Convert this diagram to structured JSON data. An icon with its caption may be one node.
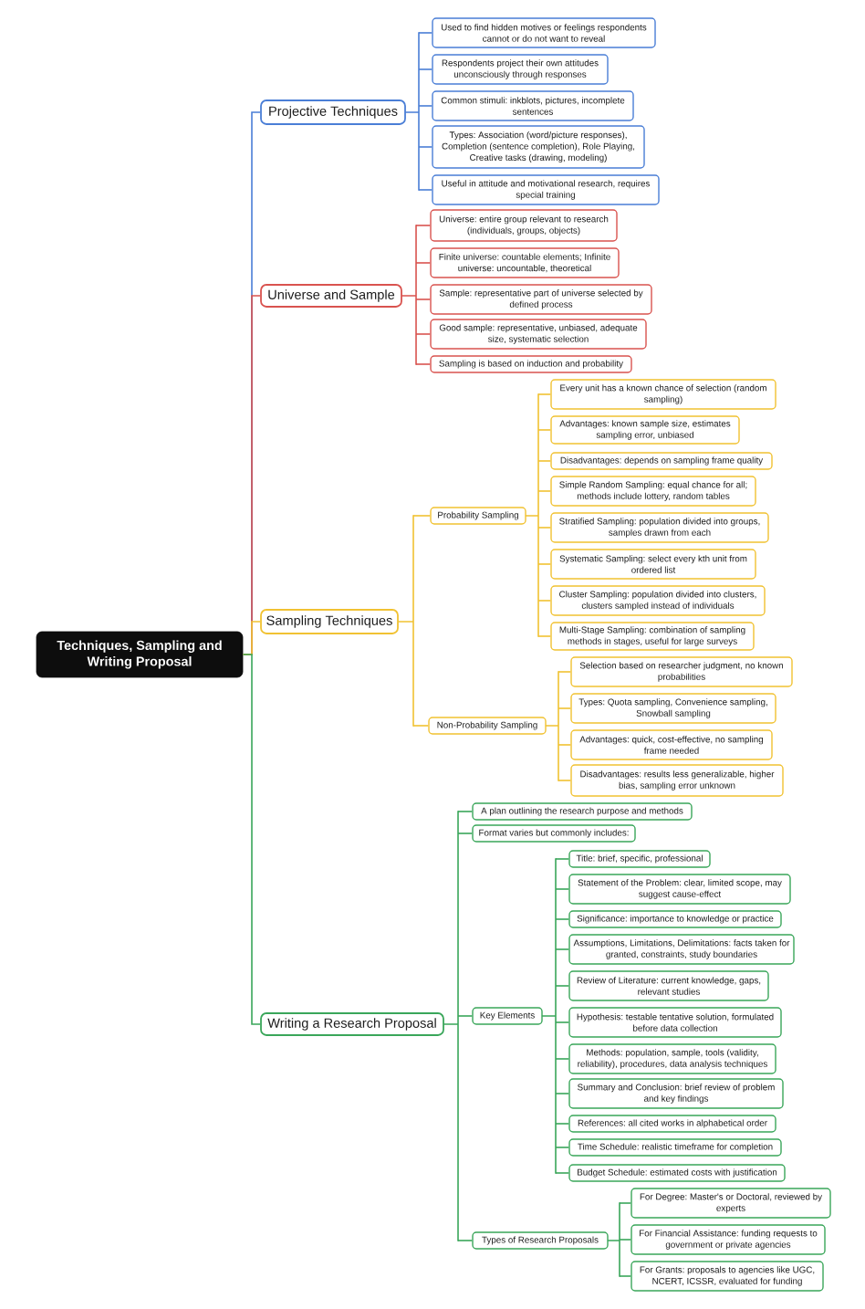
{
  "diagram": {
    "nodes": [
      {
        "text": [
          "Techniques, Sampling and Writing Proposal"
        ]
      },
      {
        "text": [
          "Projective Techniques"
        ]
      },
      {
        "text": [
          "Used to find hidden motives or feelings respondents cannot or do not want to reveal"
        ]
      },
      {
        "text": [
          "Respondents project their own attitudes unconsciously through responses"
        ]
      },
      {
        "text": [
          "Common stimuli: inkblots, pictures, incomplete sentences"
        ]
      },
      {
        "text": [
          "Types: Association (word/picture responses), Completion (sentence completion), Role Playing, Creative tasks (drawing, modeling)"
        ]
      },
      {
        "text": [
          "Useful in attitude and motivational research, requires special training"
        ]
      },
      {
        "text": [
          "Universe and Sample"
        ]
      },
      {
        "text": [
          "Universe: entire group relevant to research (individuals, groups, objects)"
        ]
      },
      {
        "text": [
          "Finite universe: countable elements; Infinite universe: uncountable, theoretical"
        ]
      },
      {
        "text": [
          "Sample: representative part of universe selected by defined process"
        ]
      },
      {
        "text": [
          "Good sample: representative, unbiased, adequate size, systematic selection"
        ]
      },
      {
        "text": [
          "Sampling is based on induction and probability"
        ]
      },
      {
        "text": [
          "Sampling Techniques"
        ]
      },
      {
        "text": [
          "Probability Sampling"
        ]
      },
      {
        "text": [
          "Every unit has a known chance of selection (random sampling)"
        ]
      },
      {
        "text": [
          "Advantages: known sample size, estimates sampling error, unbiased"
        ]
      },
      {
        "text": [
          "Disadvantages: depends on sampling frame quality"
        ]
      },
      {
        "text": [
          "Simple Random Sampling: equal chance for all; methods include lottery, random tables"
        ]
      },
      {
        "text": [
          "Stratified Sampling: population divided into groups, samples drawn from each"
        ]
      },
      {
        "text": [
          "Systematic Sampling: select every kth unit from ordered list"
        ]
      },
      {
        "text": [
          "Cluster Sampling: population divided into clusters, clusters sampled instead of individuals"
        ]
      },
      {
        "text": [
          "Multi-Stage Sampling: combination of sampling methods in stages, useful for large surveys"
        ]
      },
      {
        "text": [
          "Non-Probability Sampling"
        ]
      },
      {
        "text": [
          "Selection based on researcher judgment, no known probabilities"
        ]
      },
      {
        "text": [
          "Types: Quota sampling, Convenience sampling, Snowball sampling"
        ]
      },
      {
        "text": [
          "Advantages: quick, cost-effective, no sampling frame needed"
        ]
      },
      {
        "text": [
          "Disadvantages: results less generalizable, higher bias, sampling error unknown"
        ]
      },
      {
        "text": [
          "Writing a Research Proposal"
        ]
      },
      {
        "text": [
          "A plan outlining the research purpose and methods"
        ]
      },
      {
        "text": [
          "Format varies but commonly includes:"
        ]
      },
      {
        "text": [
          "Key Elements"
        ]
      },
      {
        "text": [
          "Title: brief, specific, professional"
        ]
      },
      {
        "text": [
          "Statement of the Problem: clear, limited scope, may suggest cause-effect"
        ]
      },
      {
        "text": [
          "Significance: importance to knowledge or practice"
        ]
      },
      {
        "text": [
          "Assumptions, Limitations, Delimitations: facts taken for granted, constraints, study boundaries"
        ]
      },
      {
        "text": [
          "Review of Literature: current knowledge, gaps, relevant studies"
        ]
      },
      {
        "text": [
          "Hypothesis: testable tentative solution, formulated before data collection"
        ]
      },
      {
        "text": [
          "Methods: population, sample, tools (validity, reliability), procedures, data analysis techniques"
        ]
      },
      {
        "text": [
          "Summary and Conclusion: brief review of problem and key findings"
        ]
      },
      {
        "text": [
          "References: all cited works in alphabetical order"
        ]
      },
      {
        "text": [
          "Time Schedule: realistic timeframe for completion"
        ]
      },
      {
        "text": [
          "Budget Schedule: estimated costs with justification"
        ]
      },
      {
        "text": [
          "Types of Research Proposals"
        ]
      },
      {
        "text": [
          "For Degree: Master's or Doctoral, reviewed by experts"
        ]
      },
      {
        "text": [
          "For Financial Assistance: funding requests to government or private agencies"
        ]
      },
      {
        "text": [
          "For Grants: proposals to agencies like UGC, NCERT, ICSSR, evaluated for funding"
        ]
      }
    ],
    "edges": [
      {
        "from": 0,
        "to": 1,
        "arrow": "none",
        "color": "#4a7ed6"
      },
      {
        "from": 1,
        "to": 2,
        "arrow": "none",
        "color": "#4a7ed6"
      },
      {
        "from": 1,
        "to": 3,
        "arrow": "none",
        "color": "#4a7ed6"
      },
      {
        "from": 1,
        "to": 4,
        "arrow": "none",
        "color": "#4a7ed6"
      },
      {
        "from": 1,
        "to": 5,
        "arrow": "none",
        "color": "#4a7ed6"
      },
      {
        "from": 1,
        "to": 6,
        "arrow": "none",
        "color": "#4a7ed6"
      },
      {
        "from": 0,
        "to": 7,
        "arrow": "none",
        "color": "#d9534f"
      },
      {
        "from": 7,
        "to": 8,
        "arrow": "none",
        "color": "#d9534f"
      },
      {
        "from": 7,
        "to": 9,
        "arrow": "none",
        "color": "#d9534f"
      },
      {
        "from": 7,
        "to": 10,
        "arrow": "none",
        "color": "#d9534f"
      },
      {
        "from": 7,
        "to": 11,
        "arrow": "none",
        "color": "#d9534f"
      },
      {
        "from": 7,
        "to": 12,
        "arrow": "none",
        "color": "#d9534f"
      },
      {
        "from": 0,
        "to": 13,
        "arrow": "none",
        "color": "#f1c232"
      },
      {
        "from": 13,
        "to": 14,
        "arrow": "none",
        "color": "#f1c232"
      },
      {
        "from": 14,
        "to": 15,
        "arrow": "none",
        "color": "#f1c232"
      },
      {
        "from": 14,
        "to": 16,
        "arrow": "none",
        "color": "#f1c232"
      },
      {
        "from": 14,
        "to": 17,
        "arrow": "none",
        "color": "#f1c232"
      },
      {
        "from": 14,
        "to": 18,
        "arrow": "none",
        "color": "#f1c232"
      },
      {
        "from": 14,
        "to": 19,
        "arrow": "none",
        "color": "#f1c232"
      },
      {
        "from": 14,
        "to": 20,
        "arrow": "none",
        "color": "#f1c232"
      },
      {
        "from": 14,
        "to": 21,
        "arrow": "none",
        "color": "#f1c232"
      },
      {
        "from": 14,
        "to": 22,
        "arrow": "none",
        "color": "#f1c232"
      },
      {
        "from": 13,
        "to": 23,
        "arrow": "none",
        "color": "#f1c232"
      },
      {
        "from": 23,
        "to": 24,
        "arrow": "none",
        "color": "#f1c232"
      },
      {
        "from": 23,
        "to": 25,
        "arrow": "none",
        "color": "#f1c232"
      },
      {
        "from": 23,
        "to": 26,
        "arrow": "none",
        "color": "#f1c232"
      },
      {
        "from": 23,
        "to": 27,
        "arrow": "none",
        "color": "#f1c232"
      },
      {
        "from": 0,
        "to": 28,
        "arrow": "none"
      },
      {
        "from": 28,
        "to": 29,
        "arrow": "none"
      },
      {
        "from": 28,
        "to": 30,
        "arrow": "none"
      },
      {
        "from": 28,
        "to": 31,
        "arrow": "none"
      },
      {
        "from": 31,
        "to": 32,
        "arrow": "none"
      },
      {
        "from": 31,
        "to": 33,
        "arrow": "none"
      },
      {
        "from": 31,
        "to": 34,
        "arrow": "none"
      },
      {
        "from": 31,
        "to": 35,
        "arrow": "none"
      },
      {
        "from": 31,
        "to": 36,
        "arrow": "none"
      },
      {
        "from": 31,
        "to": 37,
        "arrow": "none"
      },
      {
        "from": 31,
        "to": 38,
        "arrow": "none"
      },
      {
        "from": 31,
        "to": 39,
        "arrow": "none"
      },
      {
        "from": 31,
        "to": 40,
        "arrow": "none"
      },
      {
        "from": 31,
        "to": 41,
        "arrow": "none"
      },
      {
        "from": 31,
        "to": 42,
        "arrow": "none"
      },
      {
        "from": 28,
        "to": 43,
        "arrow": "none"
      },
      {
        "from": 43,
        "to": 44,
        "arrow": "none"
      },
      {
        "from": 43,
        "to": 45,
        "arrow": "none"
      },
      {
        "from": 43,
        "to": 46,
        "arrow": "none"
      }
    ]
  }
}
